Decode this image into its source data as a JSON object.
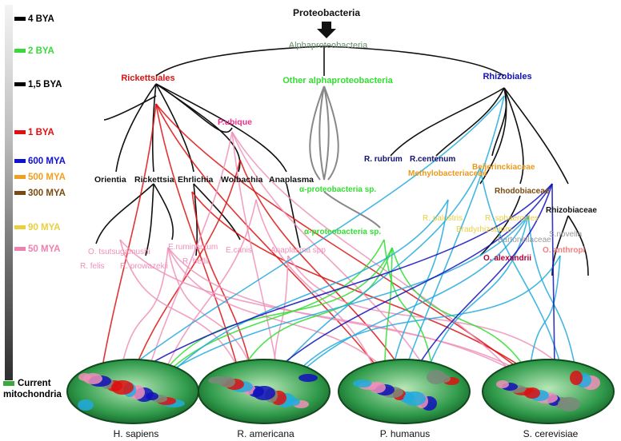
{
  "timeline": [
    {
      "label": "4 BYA",
      "color": "#000000"
    },
    {
      "label": "2 BYA",
      "color": "#39d939"
    },
    {
      "label": "1,5 BYA",
      "color": "#000000"
    },
    {
      "label": "1 BYA",
      "color": "#e01010"
    },
    {
      "label": "600 MYA",
      "color": "#1010d0"
    },
    {
      "label": "500 MYA",
      "color": "#f0a020"
    },
    {
      "label": "300 MYA",
      "color": "#7a4a10"
    },
    {
      "label": "90 MYA",
      "color": "#e8d040"
    },
    {
      "label": "50 MYA",
      "color": "#f080b0"
    }
  ],
  "current": {
    "line1": "Current",
    "line2": "mitochondria"
  },
  "root": {
    "label": "Proteobacteria"
  },
  "alpha": {
    "label": "Alphaproteobacteria"
  },
  "groups": {
    "rickettsiales": "Rickettsiales",
    "other": "Other alphaproteobacteria",
    "rhizobiales": "Rhizobiales"
  },
  "rick_taxa": {
    "orientia": "Orientia",
    "rickettsia": "Rickettsia",
    "ehrlichia": "Ehrlichia",
    "wolbachia": "Wolbachia",
    "anaplasma": "Anaplasma",
    "pubique": "P.ubique"
  },
  "rick_species": {
    "otsutsugamushi": "O. tsutsugamushi",
    "rfelis": "R. felis",
    "rprowazekii": "R. prowazekii",
    "eruminantum": "E.ruminantum",
    "rbellii": "R. bellii",
    "ecanis": "E.canis",
    "anaplasmaspp": "Anaplasma spp"
  },
  "other_labels": {
    "alpha_sp1": "α-proteobacteria sp.",
    "alpha_sp2": "α-proteobacteria sp."
  },
  "rhizo_taxa": {
    "rrubrum": "R. rubrum",
    "rcentenum": "R.centenum",
    "beijerinckiaceae": "Beijerinckiaceae",
    "methylobacteriaceae": "Methylobacteriaceae",
    "rhodobiaceae": "Rhodobiaceae",
    "rhizobiaceae": "Rhizobiaceae",
    "rpalustris": "R. palustris",
    "rsphaeroides": "R. sphaeroides",
    "bradyrhizobium": "Bradyrhizobium",
    "bartonellaceae": "Bartonellaceae",
    "snovella": "S.novella",
    "oalexandrii": "O. alexandrii",
    "oanthropi": "O. anthropi"
  },
  "hosts": [
    "H. sapiens",
    "R. americana",
    "P. humanus",
    "S. cerevisiae"
  ],
  "colors": {
    "rick": "#dd1111",
    "other": "#33dd33",
    "rhizo": "#1111bb",
    "alpha": "#6a8a6a",
    "pink": "#f090b8",
    "cyan": "#22aadd",
    "orange": "#e89a20",
    "brown": "#7a4a10",
    "yellow": "#e8d040",
    "crimson": "#b0003a",
    "darkblue": "#101070"
  }
}
